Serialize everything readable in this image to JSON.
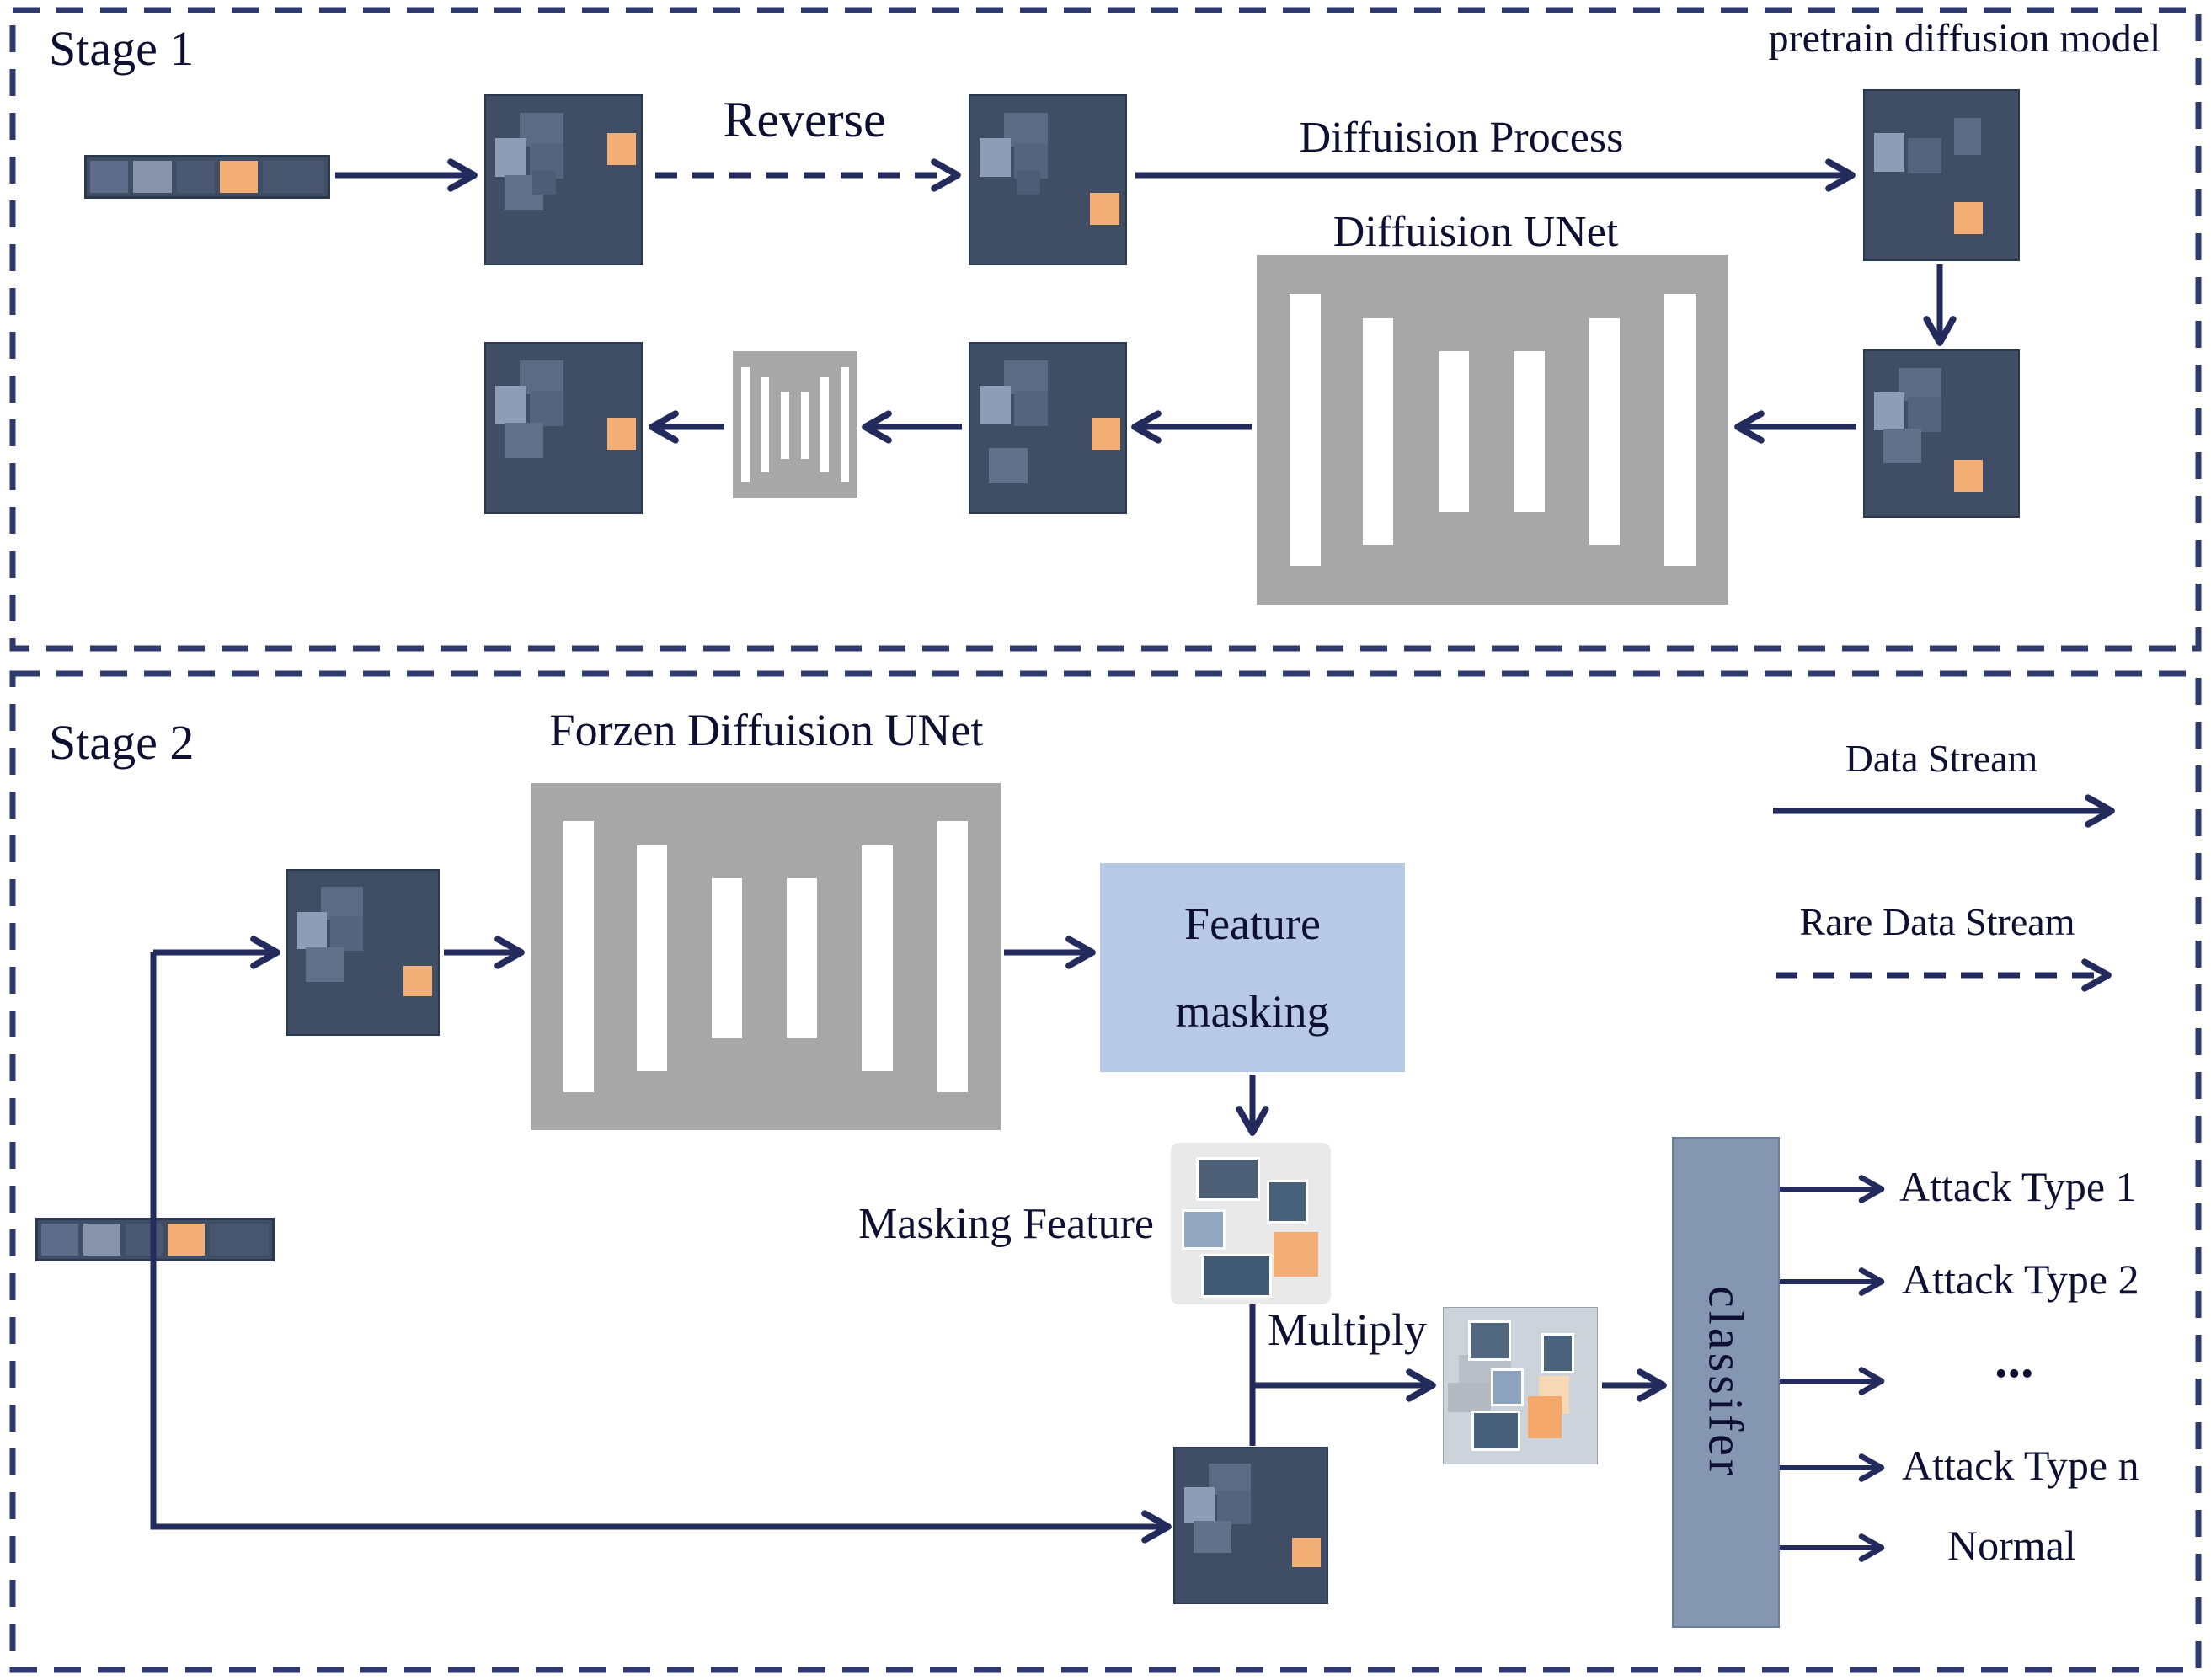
{
  "figure": {
    "type": "architecture-diagram",
    "description": "Two-stage diffusion-model based intrusion/attack classification pipeline"
  },
  "colors": {
    "line": "#232a5c",
    "text": "#0d1030",
    "stage_border": "#2e3a6e",
    "unet_gray": "#a7a7a7",
    "dark_map": "#3f4e64",
    "orange": "#f2ae74",
    "fm_bg": "#b7c9e6",
    "mask_bg": "#e9e9e9",
    "mult_bg": "#ccd3da",
    "classifier_bg": "#8496b0"
  },
  "stage1": {
    "label": "Stage 1",
    "reverse_label": "Reverse",
    "diffusion_process_label": "Diffuision Process",
    "diffusion_unet_label": "Diffuision UNet",
    "pretrain_label": "pretrain diffusion model"
  },
  "stage2": {
    "label": "Stage 2",
    "frozen_unet_label": "Forzen Diffuision UNet",
    "feature_masking_line1": "Feature",
    "feature_masking_line2": "masking",
    "masking_feature_label": "Masking Feature",
    "multiply_label": "Multiply",
    "classifier_label": "classifer",
    "outputs": [
      "Attack Type 1",
      "Attack Type 2",
      "...",
      "Attack Type n",
      "Normal"
    ]
  },
  "legend": {
    "data_stream": "Data Stream",
    "rare_data_stream": "Rare Data Stream"
  }
}
